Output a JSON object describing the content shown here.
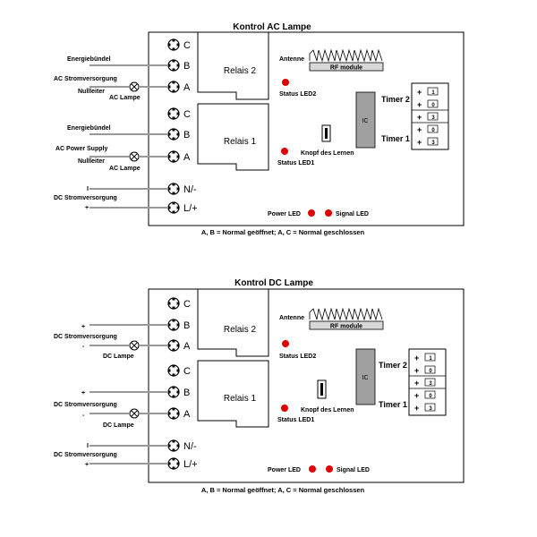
{
  "ac": {
    "title": "Kontrol AC Lampe",
    "caption": "A, B = Normal geöffnet; A, C = Normal geschlossen",
    "antenne": "Antenne",
    "rf_module": "RF module",
    "relay2": "Relais 2",
    "relay1": "Relais 1",
    "status_led2": "Status LED2",
    "status_led1": "Status LED1",
    "ic": "IC",
    "learn_button": "Knopf des Lernen",
    "timer2": "Timer 2",
    "timer1": "Timer 1",
    "power_led": "Power LED",
    "signal_led": "Signal LED",
    "terminals": [
      "C",
      "B",
      "A",
      "C",
      "B",
      "A",
      "N/-",
      "L/+"
    ],
    "ext": {
      "energy1": "Energiebündel",
      "supply1": "AC Stromversorgung",
      "neutral1": "Nullleiter",
      "lamp1": "AC Lampe",
      "energy2": "Energiebündel",
      "supply2": "AC Power Supply",
      "neutral2": "Nullleiter",
      "lamp2": "AC Lampe",
      "dc_minus": "I",
      "dc_supply": "DC Stromversorgung",
      "dc_plus": "+"
    }
  },
  "dc": {
    "title": "Kontrol DC Lampe",
    "caption": "A, B = Normal geöffnet; A, C = Normal geschlossen",
    "antenne": "Antenne",
    "rf_module": "RF module",
    "relay2": "Relais 2",
    "relay1": "Relais 1",
    "status_led2": "Status LED2",
    "status_led1": "Status LED1",
    "ic": "IC",
    "learn_button": "Knopf des Lernen",
    "timer2": "Timer 2",
    "timer1": "Timer 1",
    "power_led": "Power LED",
    "signal_led": "Signal LED",
    "terminals": [
      "C",
      "B",
      "A",
      "C",
      "B",
      "A",
      "N/-",
      "L/+"
    ],
    "ext": {
      "plus1": "+",
      "supply1": "DC Stromversorgung",
      "minus1": "-",
      "lamp1": "DC Lampe",
      "plus2": "+",
      "supply2": "DC Stromversorgung",
      "minus2": "-",
      "lamp2": "DC Lampe",
      "dc_minus": "I",
      "dc_supply": "DC Stromversorgung",
      "dc_plus": "+"
    }
  },
  "colors": {
    "line": "#000000",
    "wire": "#999999",
    "led": "#e00000",
    "ic_fill": "#a0a0a0",
    "rf_fill": "#d8d8d8"
  }
}
